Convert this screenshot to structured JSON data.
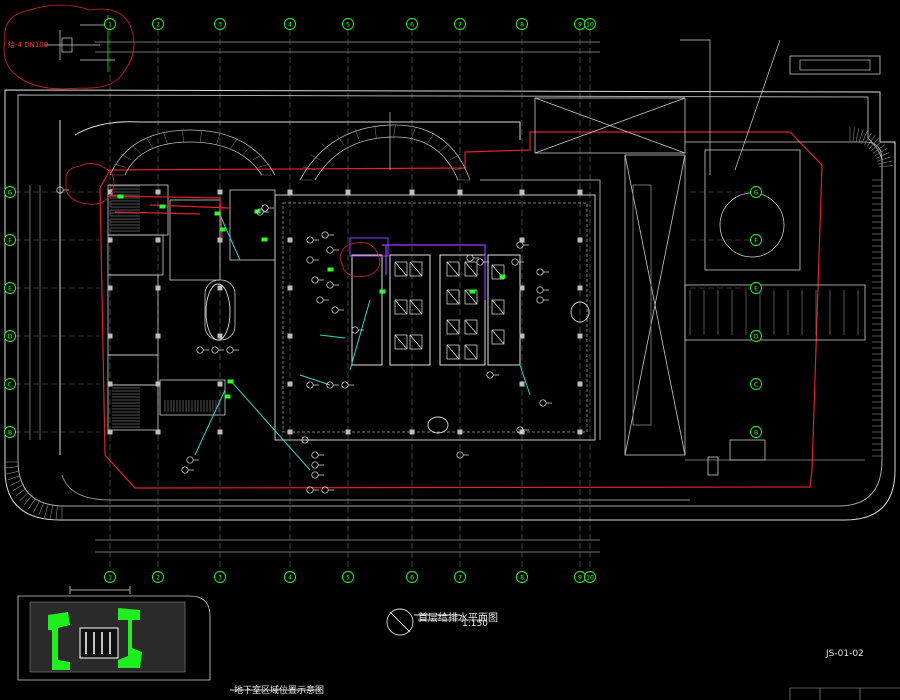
{
  "drawing": {
    "title": "首层给排水平面图",
    "scale": "1:150",
    "keyplan_caption": "地下室区域位置示意图",
    "sheet_no": "JS-01-02",
    "riser_tag": "给-4 DN100"
  },
  "grid": {
    "top_axes": [
      "1",
      "2",
      "3",
      "4",
      "5",
      "6",
      "7",
      "8",
      "9",
      "10"
    ],
    "left_axes": [
      "G",
      "F",
      "E",
      "D",
      "C",
      "B"
    ],
    "right_axes": [
      "G",
      "F",
      "E"
    ]
  },
  "colors": {
    "background": "#000000",
    "line": "#d8d8d8",
    "red_line": "#e0202a",
    "green": "#2bff2b",
    "cyan": "#33d1d1",
    "magenta": "#9a3cff",
    "keyplan_green": "#1fef1f"
  }
}
